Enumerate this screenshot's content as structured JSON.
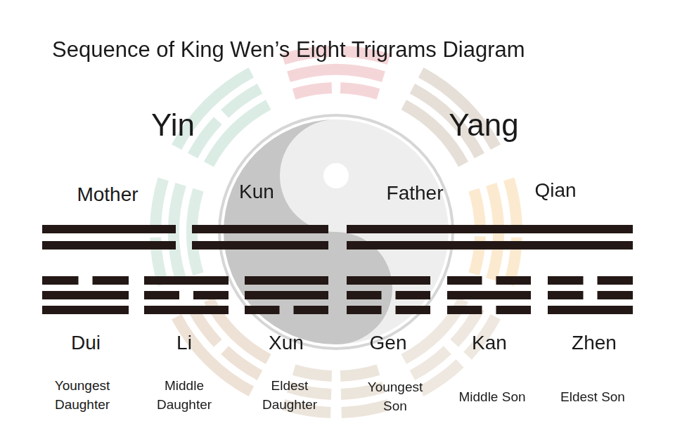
{
  "diagram": {
    "title": "Sequence of King Wen’s Eight Trigrams Diagram",
    "labels": [
      "Yin",
      "Yang",
      "Mother",
      "Kun",
      "Father",
      "Qian",
      "Dui",
      "Li",
      "Xun",
      "Gen",
      "Kan",
      "Zhen",
      "Youngest Daughter",
      "Middle Daughter",
      "Eldest Daughter",
      "Youngest Son",
      "Middle Son",
      "Eldest Son"
    ]
  }
}
